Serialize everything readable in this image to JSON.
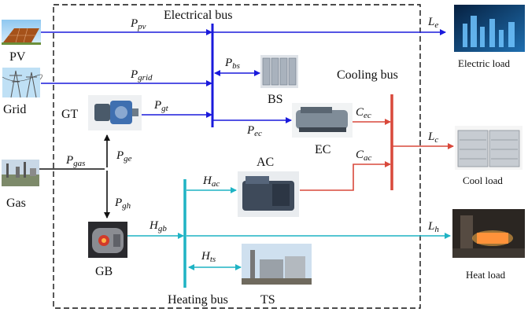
{
  "buses": {
    "electrical": "Electrical bus",
    "cooling": "Cooling bus",
    "heating": "Heating bus"
  },
  "sources": {
    "pv": "PV",
    "grid": "Grid",
    "gas": "Gas"
  },
  "devices": {
    "gt": "GT",
    "gb": "GB",
    "bs": "BS",
    "ec": "EC",
    "ac": "AC",
    "ts": "TS"
  },
  "loads": {
    "electric": "Electric load",
    "cool": "Cool load",
    "heat": "Heat load"
  },
  "flows": {
    "p_pv": {
      "main": "P",
      "sub": "pv"
    },
    "p_grid": {
      "main": "P",
      "sub": "grid"
    },
    "p_gt": {
      "main": "P",
      "sub": "gt"
    },
    "p_bs": {
      "main": "P",
      "sub": "bs"
    },
    "p_ec": {
      "main": "P",
      "sub": "ec"
    },
    "p_gas": {
      "main": "P",
      "sub": "gas"
    },
    "p_ge": {
      "main": "P",
      "sub": "ge"
    },
    "p_gh": {
      "main": "P",
      "sub": "gh"
    },
    "h_gb": {
      "main": "H",
      "sub": "gb"
    },
    "h_ac": {
      "main": "H",
      "sub": "ac"
    },
    "h_ts": {
      "main": "H",
      "sub": "ts"
    },
    "c_ec": {
      "main": "C",
      "sub": "ec"
    },
    "c_ac": {
      "main": "C",
      "sub": "ac"
    },
    "l_e": {
      "main": "L",
      "sub": "e"
    },
    "l_c": {
      "main": "L",
      "sub": "c"
    },
    "l_h": {
      "main": "L",
      "sub": "h"
    }
  },
  "colors": {
    "electrical": "#1a1adc",
    "cooling": "#d9483b",
    "heating": "#1fb3c4",
    "gas": "#111111"
  }
}
